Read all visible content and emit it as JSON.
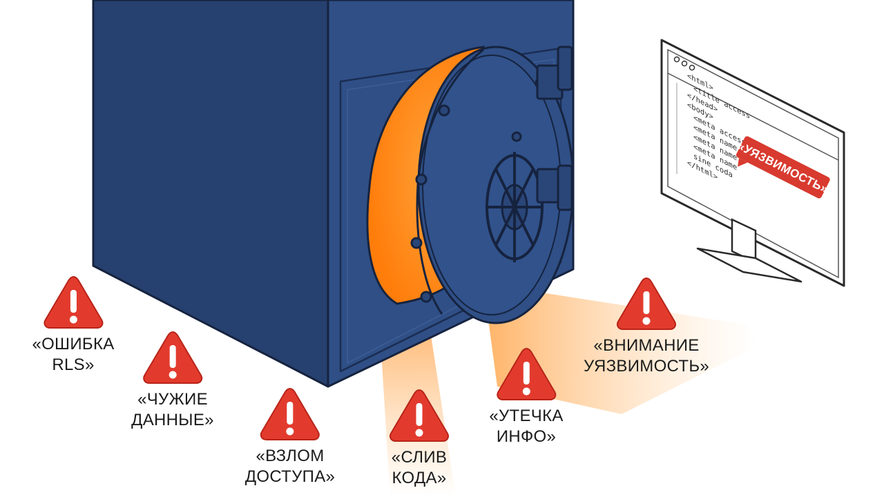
{
  "colors": {
    "safe_front": "#2f4f86",
    "safe_side": "#27406f",
    "outline": "#16233f",
    "glow": "#ff8a1c",
    "warning_red": "#e23b2e",
    "badge_red": "#d83a2f",
    "label_text": "#1b1b1b"
  },
  "icons": {
    "warning": "warning-triangle-icon",
    "safe": "safe-vault-icon",
    "monitor": "monitor-icon"
  },
  "monitor": {
    "code_lines": [
      "<html>",
      "<title access",
      "</head>",
      "<body>",
      "<meta access",
      "<meta name",
      "<meta name",
      "<meta name",
      "sine coda",
      "</html>"
    ],
    "badge": "«УЯЗВИМОСТЬ»"
  },
  "warnings": [
    {
      "id": "rls-error",
      "lines": [
        "«ОШИБКА",
        "RLS»"
      ]
    },
    {
      "id": "foreign-data",
      "lines": [
        "«ЧУЖИЕ",
        "ДАННЫЕ»"
      ]
    },
    {
      "id": "access-breach",
      "lines": [
        "«ВЗЛОМ",
        "ДОСТУПА»"
      ]
    },
    {
      "id": "code-leak",
      "lines": [
        "«СЛИВ",
        "КОДА»"
      ]
    },
    {
      "id": "info-leak",
      "lines": [
        "«УТЕЧКА",
        "ИНФО»"
      ]
    },
    {
      "id": "vulnerability-alert",
      "lines": [
        "«ВНИМАНИЕ",
        "УЯЗВИМОСТЬ»"
      ]
    }
  ]
}
